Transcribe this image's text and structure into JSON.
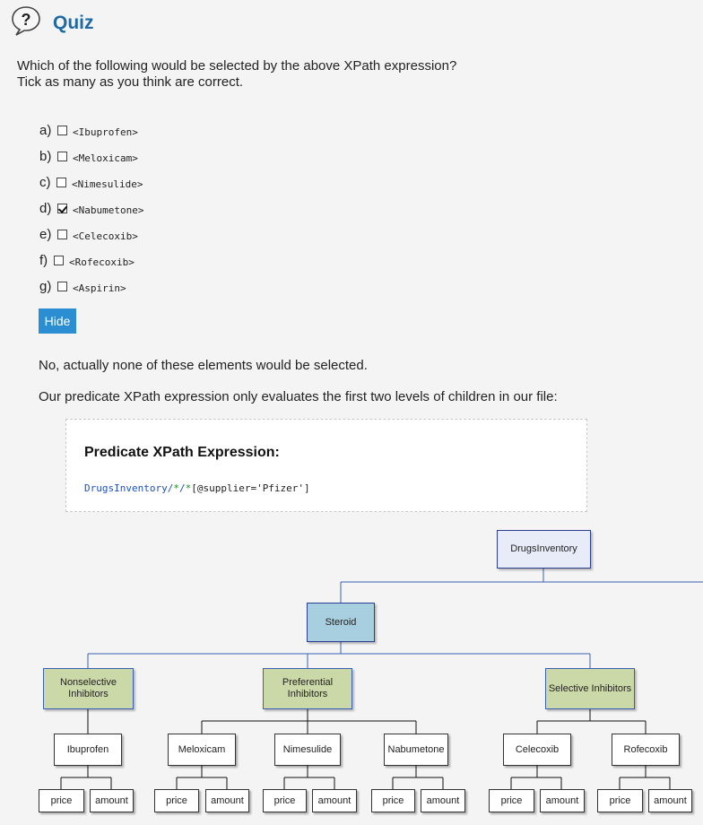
{
  "header": {
    "title": "Quiz",
    "icon": "question-bubble-icon",
    "icon_text": "?"
  },
  "question": {
    "line1": "Which of the following would be selected by the above XPath expression?",
    "line2": "Tick as many as you think are correct."
  },
  "options": [
    {
      "letter": "a)",
      "code": "<Ibuprofen>",
      "checked": false
    },
    {
      "letter": "b)",
      "code": "<Meloxicam>",
      "checked": false
    },
    {
      "letter": "c)",
      "code": "<Nimesulide>",
      "checked": false
    },
    {
      "letter": "d)",
      "code": "<Nabumetone>",
      "checked": true
    },
    {
      "letter": "e)",
      "code": "<Celecoxib>",
      "checked": false
    },
    {
      "letter": "f)",
      "code": "<Rofecoxib>",
      "checked": false
    },
    {
      "letter": "g)",
      "code": "<Aspirin>",
      "checked": false
    }
  ],
  "hide_button": {
    "label": "Hide"
  },
  "answer": {
    "line1": "No, actually none of these elements would be selected.",
    "line2": "Our predicate XPath expression only evaluates the first two levels of children in our file:"
  },
  "expression": {
    "title": "Predicate XPath Expression:",
    "part_root": "DrugsInventory",
    "part_slash1": "/",
    "part_star1": "*",
    "part_slash2": "/",
    "part_star2": "*",
    "part_pred": "[@supplier='Pfizer']"
  },
  "tree": {
    "root": "DrugsInventory",
    "steroid": "Steroid",
    "categories": [
      {
        "label": "Nonselective Inhibitors"
      },
      {
        "label": "Preferential Inhibitors"
      },
      {
        "label": "Selective Inhibitors"
      }
    ],
    "drugs": [
      "Ibuprofen",
      "Meloxicam",
      "Nimesulide",
      "Nabumetone",
      "Celecoxib",
      "Rofecoxib"
    ],
    "leaf_price": "price",
    "leaf_amount": "amount"
  },
  "colors": {
    "title_blue": "#1e6aa7",
    "button_blue": "#2b8dd2",
    "root_fill": "#e8ecf8",
    "steroid_fill": "#a8cfe0",
    "category_fill": "#cbd8a8",
    "connector_blue": "#3a5fb3"
  }
}
